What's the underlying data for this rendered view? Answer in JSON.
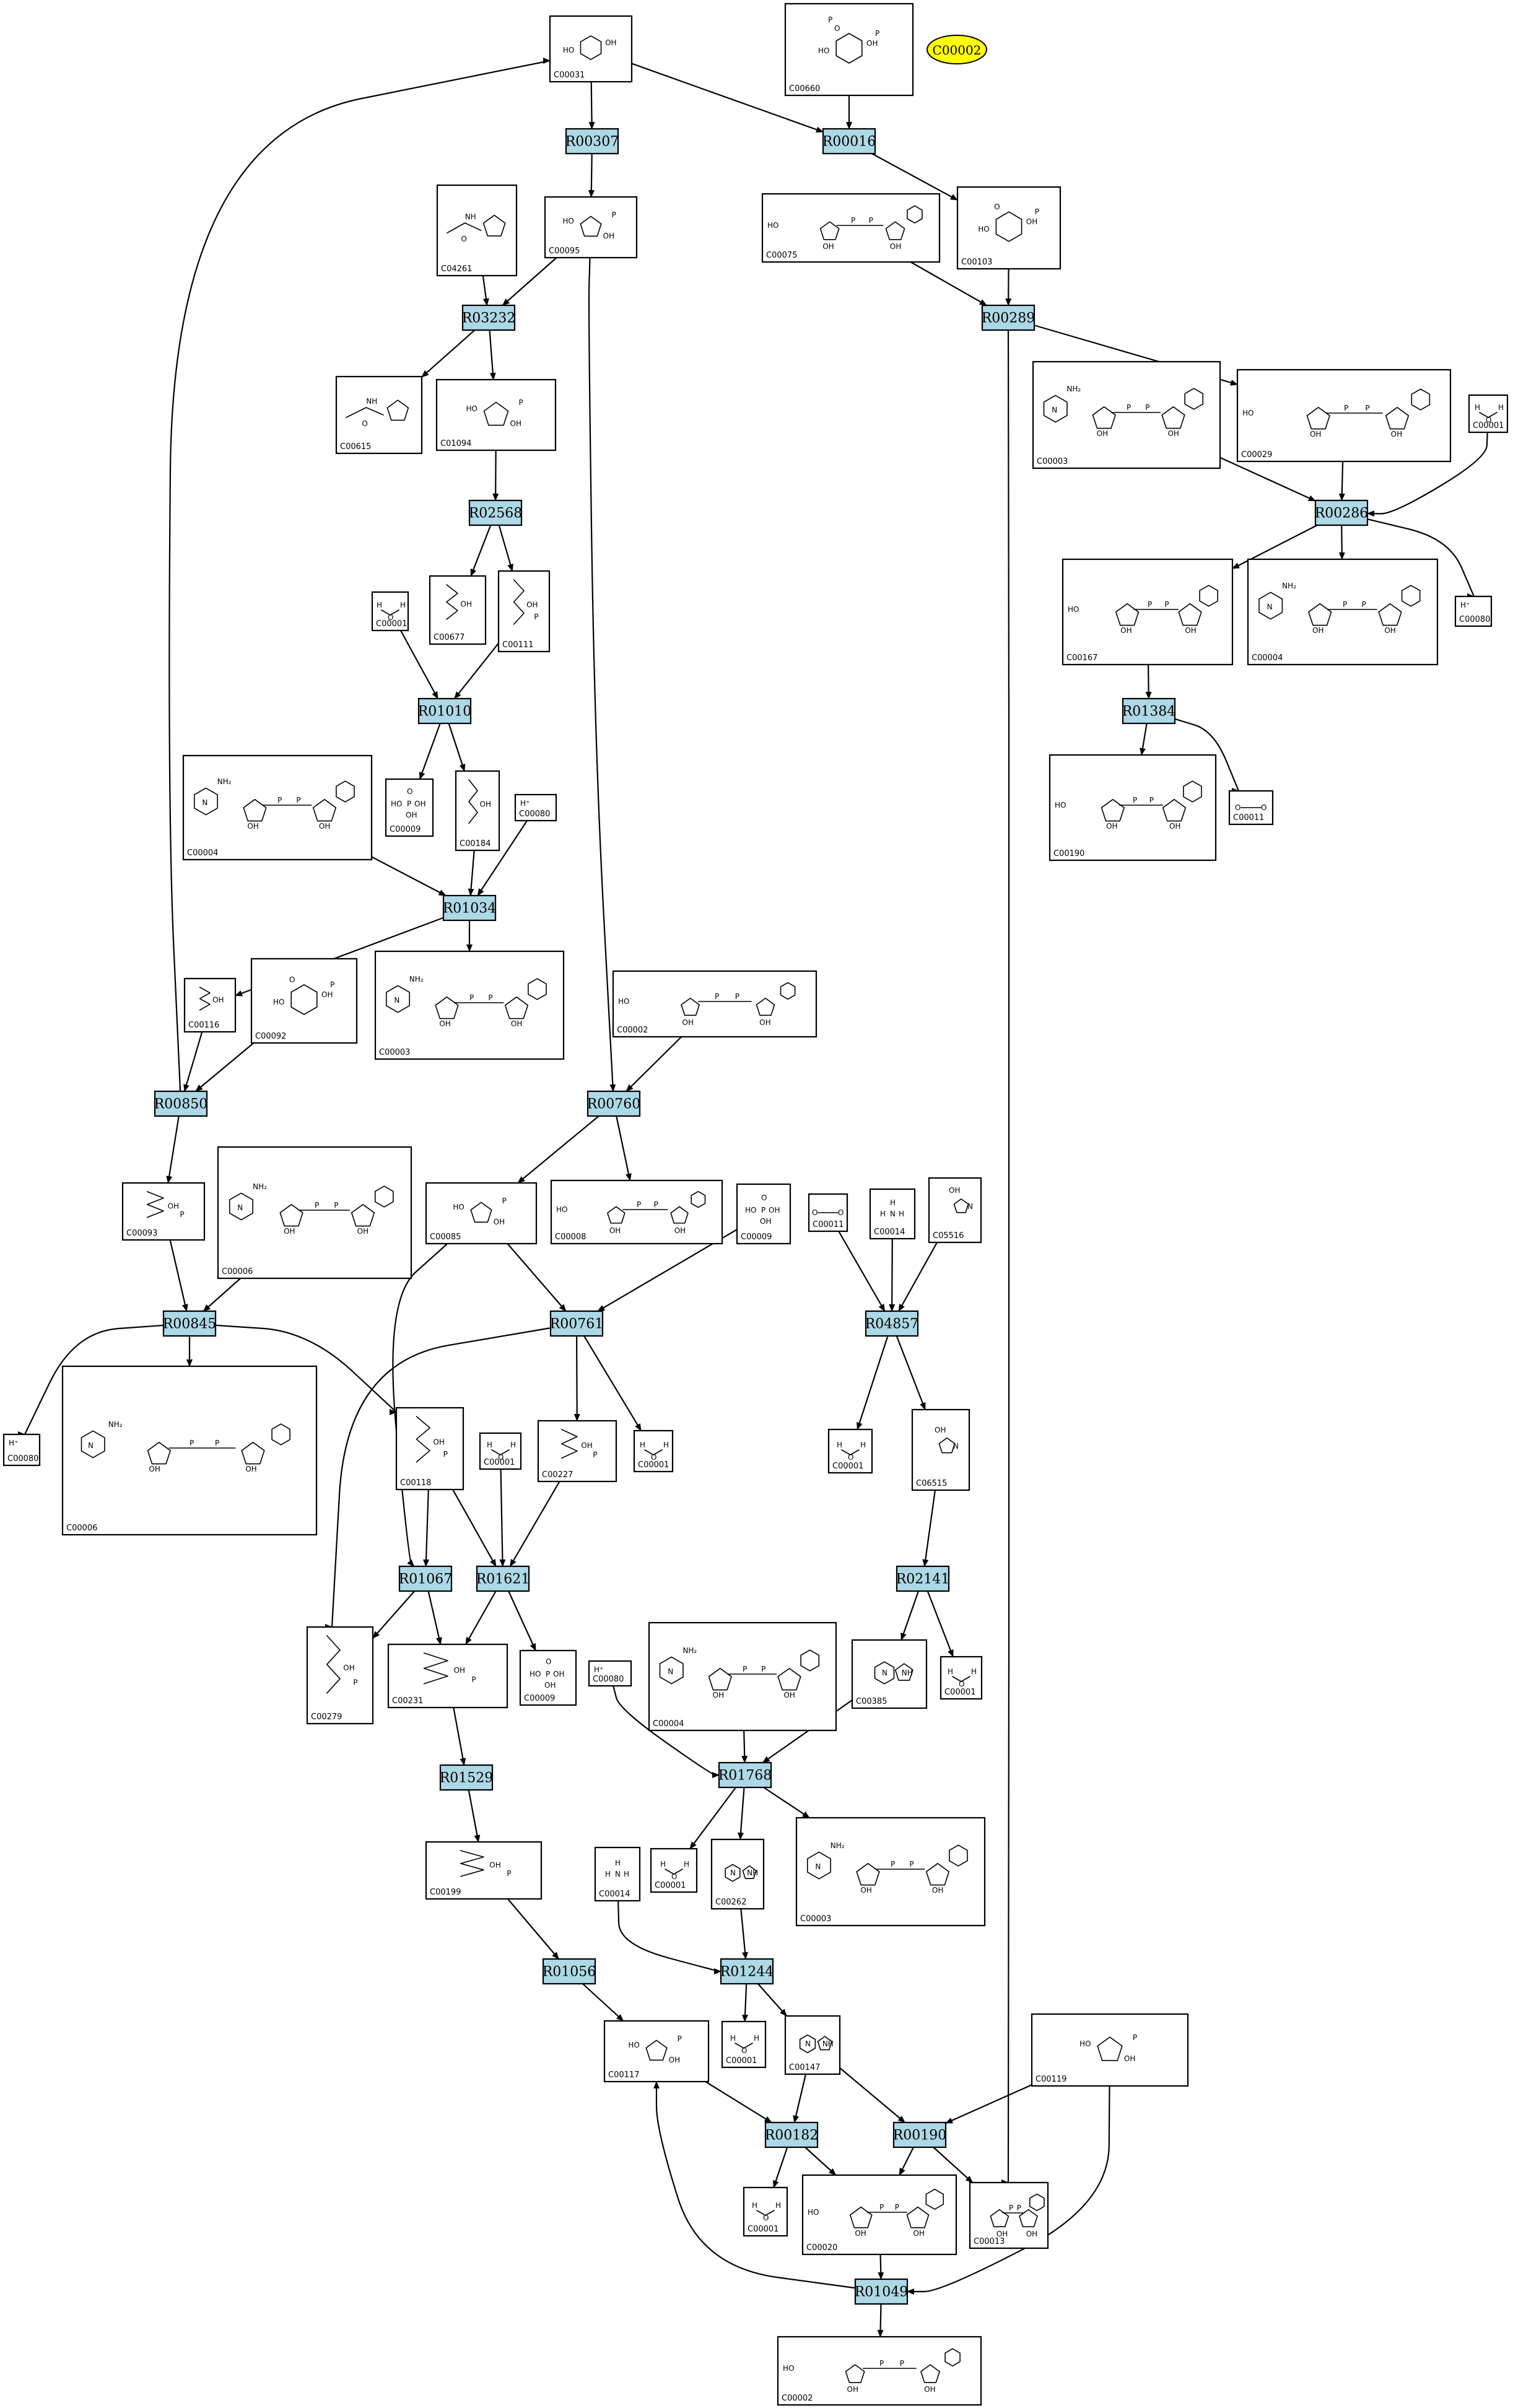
{
  "colors": {
    "reaction_fill": "#add8e6",
    "highlight_fill": "#ffff00",
    "line": "#000000",
    "background": "#ffffff"
  },
  "highlight": {
    "label": "C00002"
  },
  "reactions": [
    {
      "id": "r_R00307",
      "label": "R00307"
    },
    {
      "id": "r_R00016",
      "label": "R00016"
    },
    {
      "id": "r_R03232",
      "label": "R03232"
    },
    {
      "id": "r_R00289",
      "label": "R00289"
    },
    {
      "id": "r_R02568",
      "label": "R02568"
    },
    {
      "id": "r_R00286",
      "label": "R00286"
    },
    {
      "id": "r_R01010",
      "label": "R01010"
    },
    {
      "id": "r_R01384",
      "label": "R01384"
    },
    {
      "id": "r_R01034",
      "label": "R01034"
    },
    {
      "id": "r_R00850",
      "label": "R00850"
    },
    {
      "id": "r_R00760",
      "label": "R00760"
    },
    {
      "id": "r_R00845",
      "label": "R00845"
    },
    {
      "id": "r_R00761",
      "label": "R00761"
    },
    {
      "id": "r_R04857",
      "label": "R04857"
    },
    {
      "id": "r_R01067",
      "label": "R01067"
    },
    {
      "id": "r_R01621",
      "label": "R01621"
    },
    {
      "id": "r_R02141",
      "label": "R02141"
    },
    {
      "id": "r_R01529",
      "label": "R01529"
    },
    {
      "id": "r_R01768",
      "label": "R01768"
    },
    {
      "id": "r_R01056",
      "label": "R01056"
    },
    {
      "id": "r_R01244",
      "label": "R01244"
    },
    {
      "id": "r_R00182",
      "label": "R00182"
    },
    {
      "id": "r_R00190",
      "label": "R00190"
    },
    {
      "id": "r_R01049",
      "label": "R01049"
    }
  ],
  "compounds": [
    {
      "id": "c_C00031",
      "label": "C00031",
      "mol": "sugar6"
    },
    {
      "id": "c_C00660",
      "label": "C00660",
      "mol": "sugarP2"
    },
    {
      "id": "c_C04261",
      "label": "C04261",
      "mol": "peptide"
    },
    {
      "id": "c_C00095",
      "label": "C00095",
      "mol": "furanoseP"
    },
    {
      "id": "c_C00075",
      "label": "C00075",
      "mol": "udp"
    },
    {
      "id": "c_C00103",
      "label": "C00103",
      "mol": "sugarP"
    },
    {
      "id": "c_C00615",
      "label": "C00615",
      "mol": "peptide"
    },
    {
      "id": "c_C01094",
      "label": "C01094",
      "mol": "furanoseP"
    },
    {
      "id": "c_C00003a",
      "label": "C00003",
      "mol": "nad"
    },
    {
      "id": "c_C00029",
      "label": "C00029",
      "mol": "udp"
    },
    {
      "id": "c_C00001a",
      "label": "C00001",
      "mol": "water"
    },
    {
      "id": "c_C00001b",
      "label": "C00001",
      "mol": "water"
    },
    {
      "id": "c_C00677",
      "label": "C00677",
      "mol": "chain"
    },
    {
      "id": "c_C00111",
      "label": "C00111",
      "mol": "chainP"
    },
    {
      "id": "c_C00167",
      "label": "C00167",
      "mol": "udp"
    },
    {
      "id": "c_C00004a",
      "label": "C00004",
      "mol": "nad"
    },
    {
      "id": "c_C00080a",
      "label": "C00080",
      "mol": "proton"
    },
    {
      "id": "c_C00004b",
      "label": "C00004",
      "mol": "nad"
    },
    {
      "id": "c_C00009a",
      "label": "C00009",
      "mol": "phosphate"
    },
    {
      "id": "c_C00184",
      "label": "C00184",
      "mol": "chain"
    },
    {
      "id": "c_C00080b",
      "label": "C00080",
      "mol": "proton"
    },
    {
      "id": "c_C00190",
      "label": "C00190",
      "mol": "udp"
    },
    {
      "id": "c_C00011a",
      "label": "C00011",
      "mol": "co2"
    },
    {
      "id": "c_C00116",
      "label": "C00116",
      "mol": "chain"
    },
    {
      "id": "c_C00092",
      "label": "C00092",
      "mol": "sugarP"
    },
    {
      "id": "c_C00003b",
      "label": "C00003",
      "mol": "nad"
    },
    {
      "id": "c_C00002a",
      "label": "C00002",
      "mol": "atp"
    },
    {
      "id": "c_C00093",
      "label": "C00093",
      "mol": "chainP"
    },
    {
      "id": "c_C00006a",
      "label": "C00006",
      "mol": "nad"
    },
    {
      "id": "c_C00085",
      "label": "C00085",
      "mol": "furanoseP"
    },
    {
      "id": "c_C00008",
      "label": "C00008",
      "mol": "adp"
    },
    {
      "id": "c_C00009b",
      "label": "C00009",
      "mol": "phosphate"
    },
    {
      "id": "c_C00011b",
      "label": "C00011",
      "mol": "co2"
    },
    {
      "id": "c_C00014a",
      "label": "C00014",
      "mol": "ammonia"
    },
    {
      "id": "c_C05516",
      "label": "C05516",
      "mol": "ring5"
    },
    {
      "id": "c_C00080c",
      "label": "C00080",
      "mol": "proton"
    },
    {
      "id": "c_C00006b",
      "label": "C00006",
      "mol": "nad"
    },
    {
      "id": "c_C00118",
      "label": "C00118",
      "mol": "chainP"
    },
    {
      "id": "c_C00001c",
      "label": "C00001",
      "mol": "water"
    },
    {
      "id": "c_C00227",
      "label": "C00227",
      "mol": "chainP"
    },
    {
      "id": "c_C00001d",
      "label": "C00001",
      "mol": "water"
    },
    {
      "id": "c_C00001e",
      "label": "C00001",
      "mol": "water"
    },
    {
      "id": "c_C06515",
      "label": "C06515",
      "mol": "ring5"
    },
    {
      "id": "c_C00279",
      "label": "C00279",
      "mol": "chainP"
    },
    {
      "id": "c_C00231",
      "label": "C00231",
      "mol": "chainP"
    },
    {
      "id": "c_C00009c",
      "label": "C00009",
      "mol": "phosphate"
    },
    {
      "id": "c_C00080d",
      "label": "C00080",
      "mol": "proton"
    },
    {
      "id": "c_C00004c",
      "label": "C00004",
      "mol": "nad"
    },
    {
      "id": "c_C00385",
      "label": "C00385",
      "mol": "purine"
    },
    {
      "id": "c_C00001f",
      "label": "C00001",
      "mol": "water"
    },
    {
      "id": "c_C00199",
      "label": "C00199",
      "mol": "chainP"
    },
    {
      "id": "c_C00014b",
      "label": "C00014",
      "mol": "ammonia"
    },
    {
      "id": "c_C00001g",
      "label": "C00001",
      "mol": "water"
    },
    {
      "id": "c_C00262",
      "label": "C00262",
      "mol": "purine"
    },
    {
      "id": "c_C00003c",
      "label": "C00003",
      "mol": "nad"
    },
    {
      "id": "c_C00117",
      "label": "C00117",
      "mol": "furanoseP"
    },
    {
      "id": "c_C00001h",
      "label": "C00001",
      "mol": "water"
    },
    {
      "id": "c_C00147",
      "label": "C00147",
      "mol": "purine"
    },
    {
      "id": "c_C00119",
      "label": "C00119",
      "mol": "furanoseP"
    },
    {
      "id": "c_C00001i",
      "label": "C00001",
      "mol": "water"
    },
    {
      "id": "c_C00020",
      "label": "C00020",
      "mol": "amp"
    },
    {
      "id": "c_C00013",
      "label": "C00013",
      "mol": "ppi"
    },
    {
      "id": "c_C00002b",
      "label": "C00002",
      "mol": "atp"
    }
  ],
  "edges": [
    [
      "c_C00031",
      "r_R00307"
    ],
    [
      "c_C00031",
      "r_R00016"
    ],
    [
      "c_C00660",
      "r_R00016"
    ],
    [
      "r_R00307",
      "c_C00095"
    ],
    [
      "r_R00016",
      "c_C00103"
    ],
    [
      "c_C04261",
      "r_R03232"
    ],
    [
      "c_C00095",
      "r_R03232"
    ],
    [
      "c_C00095",
      "r_R00760"
    ],
    [
      "c_C00075",
      "r_R00289"
    ],
    [
      "c_C00103",
      "r_R00289"
    ],
    [
      "r_R03232",
      "c_C00615"
    ],
    [
      "r_R03232",
      "c_C01094"
    ],
    [
      "r_R00289",
      "c_C00029"
    ],
    [
      "r_R00289",
      "c_C00013"
    ],
    [
      "c_C01094",
      "r_R02568"
    ],
    [
      "c_C00003a",
      "r_R00286"
    ],
    [
      "c_C00029",
      "r_R00286"
    ],
    [
      "c_C00001a",
      "r_R00286"
    ],
    [
      "r_R02568",
      "c_C00677"
    ],
    [
      "r_R02568",
      "c_C00111"
    ],
    [
      "r_R00286",
      "c_C00167"
    ],
    [
      "r_R00286",
      "c_C00004a"
    ],
    [
      "r_R00286",
      "c_C00080a"
    ],
    [
      "c_C00001b",
      "r_R01010"
    ],
    [
      "c_C00111",
      "r_R01010"
    ],
    [
      "c_C00167",
      "r_R01384"
    ],
    [
      "r_R01010",
      "c_C00009a"
    ],
    [
      "r_R01010",
      "c_C00184"
    ],
    [
      "r_R01384",
      "c_C00190"
    ],
    [
      "r_R01384",
      "c_C00011a"
    ],
    [
      "c_C00004b",
      "r_R01034"
    ],
    [
      "c_C00184",
      "r_R01034"
    ],
    [
      "c_C00080b",
      "r_R01034"
    ],
    [
      "r_R01034",
      "c_C00116"
    ],
    [
      "r_R01034",
      "c_C00003b"
    ],
    [
      "c_C00116",
      "r_R00850"
    ],
    [
      "c_C00092",
      "r_R00850"
    ],
    [
      "r_R00850",
      "c_C00031"
    ],
    [
      "c_C00002a",
      "r_R00760"
    ],
    [
      "r_R00850",
      "c_C00093"
    ],
    [
      "r_R00760",
      "c_C00085"
    ],
    [
      "r_R00760",
      "c_C00008"
    ],
    [
      "c_C00093",
      "r_R00845"
    ],
    [
      "c_C00006a",
      "r_R00845"
    ],
    [
      "c_C00085",
      "r_R00761"
    ],
    [
      "c_C00085",
      "r_R01067"
    ],
    [
      "c_C00009b",
      "r_R00761"
    ],
    [
      "c_C00011b",
      "r_R04857"
    ],
    [
      "c_C00014a",
      "r_R04857"
    ],
    [
      "c_C05516",
      "r_R04857"
    ],
    [
      "r_R00845",
      "c_C00080c"
    ],
    [
      "r_R00845",
      "c_C00006b"
    ],
    [
      "r_R00845",
      "c_C00118"
    ],
    [
      "r_R00761",
      "c_C00227"
    ],
    [
      "r_R00761",
      "c_C00001d"
    ],
    [
      "r_R00761",
      "c_C00279"
    ],
    [
      "r_R04857",
      "c_C00001e"
    ],
    [
      "r_R04857",
      "c_C06515"
    ],
    [
      "c_C00118",
      "r_R01067"
    ],
    [
      "c_C00118",
      "r_R01621"
    ],
    [
      "c_C00001c",
      "r_R01621"
    ],
    [
      "c_C00227",
      "r_R01621"
    ],
    [
      "c_C06515",
      "r_R02141"
    ],
    [
      "r_R01067",
      "c_C00279"
    ],
    [
      "r_R01067",
      "c_C00231"
    ],
    [
      "r_R01621",
      "c_C00231"
    ],
    [
      "r_R01621",
      "c_C00009c"
    ],
    [
      "r_R02141",
      "c_C00385"
    ],
    [
      "r_R02141",
      "c_C00001f"
    ],
    [
      "c_C00231",
      "r_R01529"
    ],
    [
      "c_C00080d",
      "r_R01768"
    ],
    [
      "c_C00004c",
      "r_R01768"
    ],
    [
      "c_C00385",
      "r_R01768"
    ],
    [
      "r_R01529",
      "c_C00199"
    ],
    [
      "r_R01768",
      "c_C00001g"
    ],
    [
      "r_R01768",
      "c_C00262"
    ],
    [
      "r_R01768",
      "c_C00003c"
    ],
    [
      "c_C00199",
      "r_R01056"
    ],
    [
      "c_C00014b",
      "r_R01244"
    ],
    [
      "c_C00262",
      "r_R01244"
    ],
    [
      "r_R01056",
      "c_C00117"
    ],
    [
      "r_R01244",
      "c_C00001h"
    ],
    [
      "r_R01244",
      "c_C00147"
    ],
    [
      "c_C00117",
      "r_R00182"
    ],
    [
      "c_C00147",
      "r_R00182"
    ],
    [
      "c_C00147",
      "r_R00190"
    ],
    [
      "c_C00119",
      "r_R00190"
    ],
    [
      "c_C00119",
      "r_R01049"
    ],
    [
      "r_R00182",
      "c_C00001i"
    ],
    [
      "r_R00182",
      "c_C00020"
    ],
    [
      "r_R00190",
      "c_C00020"
    ],
    [
      "r_R00190",
      "c_C00013"
    ],
    [
      "c_C00020",
      "r_R01049"
    ],
    [
      "r_R01049",
      "c_C00117"
    ],
    [
      "r_R01049",
      "c_C00002b"
    ]
  ]
}
